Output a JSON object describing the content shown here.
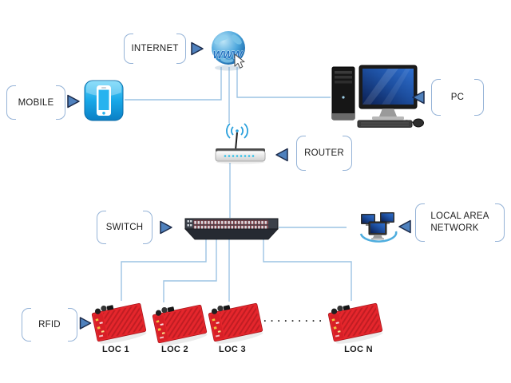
{
  "nodes": {
    "internet": {
      "label": "INTERNET",
      "icon": "globe-www-icon"
    },
    "mobile": {
      "label": "MOBILE",
      "icon": "smartphone-icon"
    },
    "pc": {
      "label": "PC",
      "icon": "desktop-computer-icon"
    },
    "router": {
      "label": "ROUTER",
      "icon": "wireless-router-icon"
    },
    "switch": {
      "label": "SWITCH",
      "icon": "network-switch-icon"
    },
    "lan": {
      "label_line1": "LOCAL AREA",
      "label_line2": "NETWORK",
      "icon": "computer-network-icon"
    },
    "rfid": {
      "label": "RFID",
      "icon": "rfid-reader-icon"
    }
  },
  "globe_text": "WWW",
  "locations": [
    {
      "label": "LOC 1"
    },
    {
      "label": "LOC 2"
    },
    {
      "label": "LOC 3"
    },
    {
      "label": "LOC N"
    }
  ],
  "ellipsis": ". . . . . . . . .",
  "colors": {
    "connector_line": "#9cc3e3",
    "bracket_border": "#95b3d7",
    "arrow_fill": "#4f81bd",
    "arrow_outline": "#1b2a4a",
    "rfid_board": "#e5262c"
  }
}
